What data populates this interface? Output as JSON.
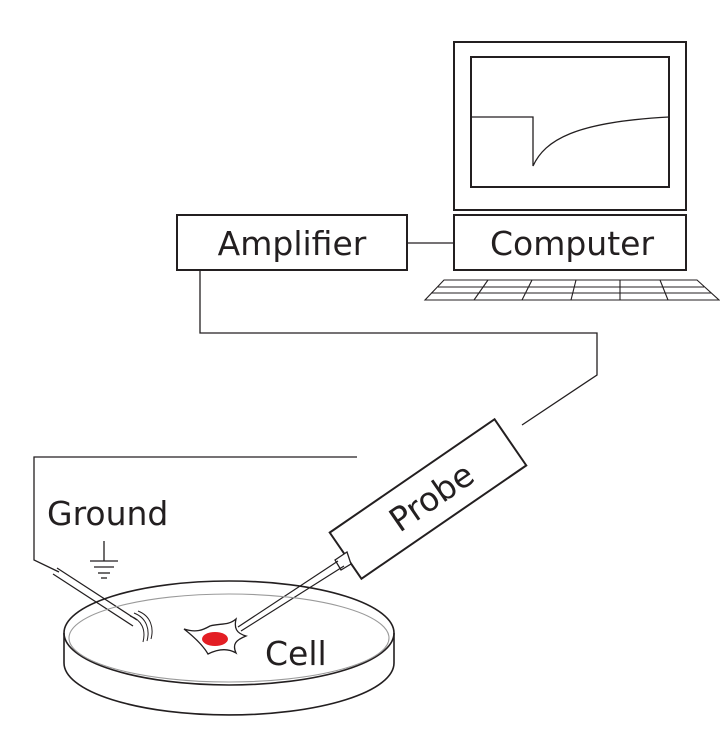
{
  "labels": {
    "amplifier": "Amplifier",
    "computer": "Computer",
    "probe": "Probe",
    "ground": "Ground",
    "cell": "Cell"
  },
  "colors": {
    "line": "#231f20",
    "cell_nucleus": "#e31e24",
    "dish_rim": "#9a9a9a",
    "background": "#ffffff"
  }
}
